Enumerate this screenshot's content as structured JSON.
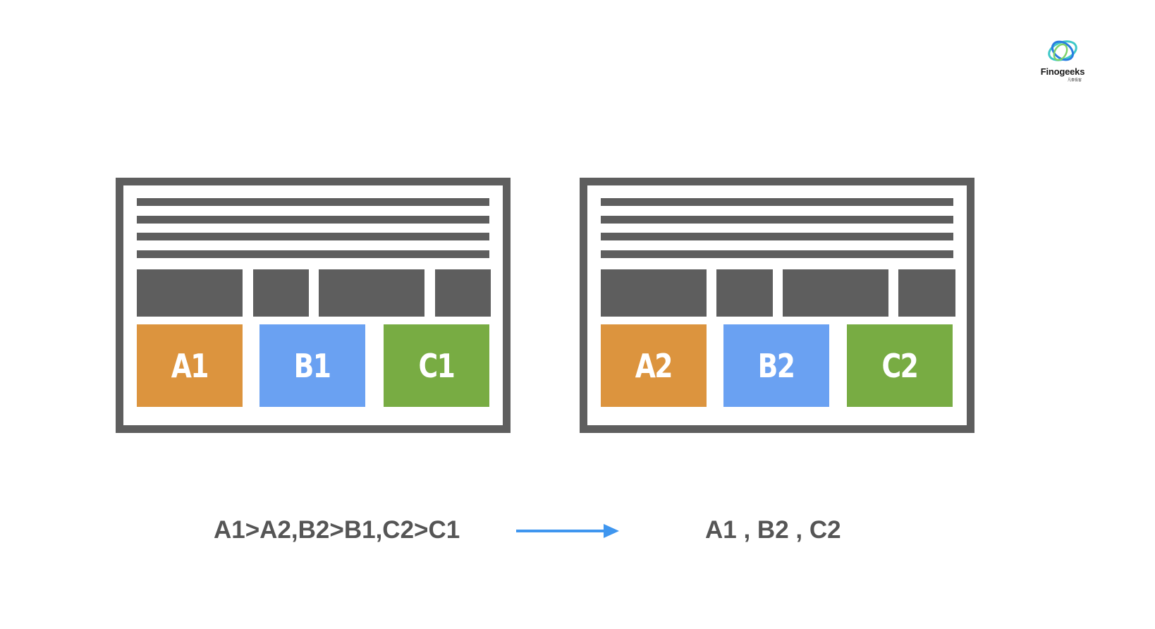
{
  "logo": {
    "name": "Finogeeks",
    "subtitle": "凡泰极客",
    "colors": [
      "#2a7de1",
      "#3ec8c8",
      "#7fd36b"
    ]
  },
  "colors": {
    "frame": "#5e5e5e",
    "a_tile": "#dc943e",
    "b_tile": "#6aa1f2",
    "c_tile": "#78ac43",
    "arrow": "#3f96ef",
    "caption": "#555555"
  },
  "pages": {
    "left": {
      "tiles": [
        "A1",
        "B1",
        "C1"
      ]
    },
    "right": {
      "tiles": [
        "A2",
        "B2",
        "C2"
      ]
    }
  },
  "captions": {
    "left": "A1>A2,B2>B1,C2>C1",
    "right": "A1 , B2 , C2"
  }
}
